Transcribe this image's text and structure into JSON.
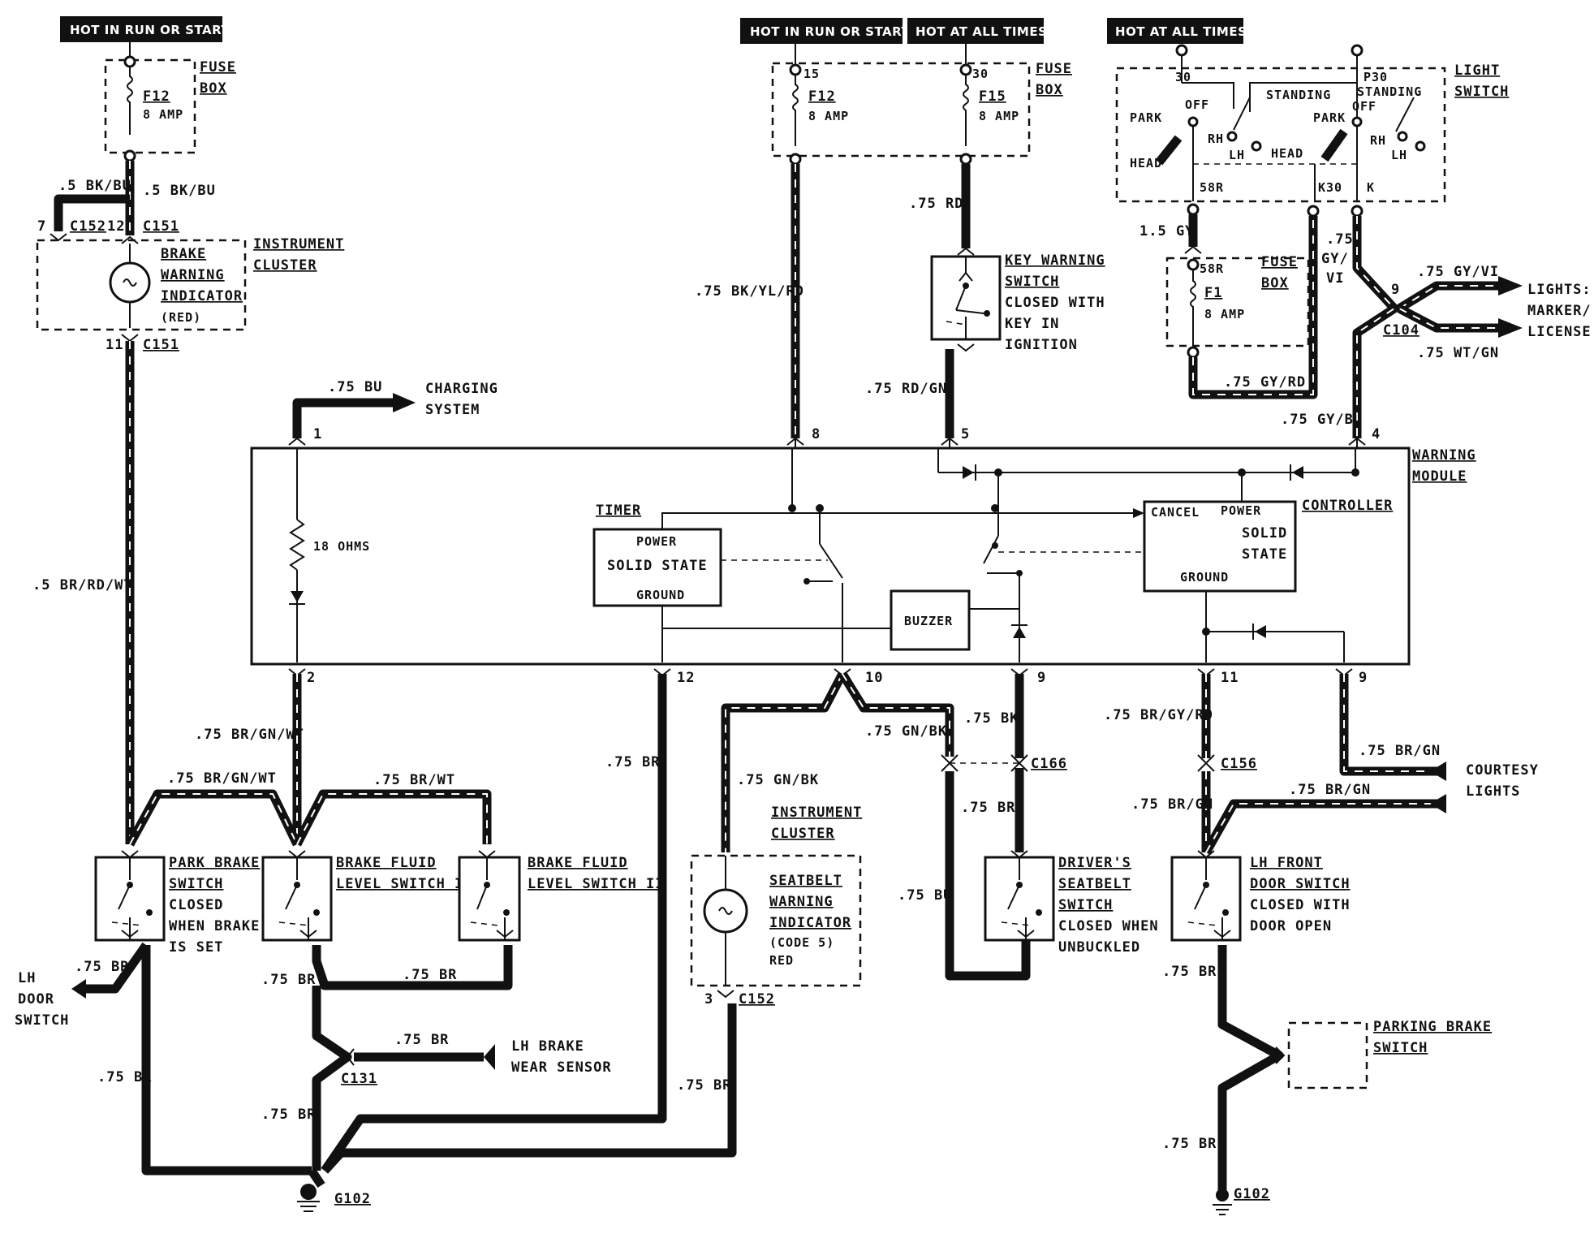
{
  "supply_labels": {
    "hot_run_start_left": "HOT IN RUN OR START",
    "hot_run_start_mid": "HOT IN RUN OR START",
    "hot_all_times_mid": "HOT AT ALL TIMES",
    "hot_all_times_right": "HOT AT ALL TIMES"
  },
  "fuse_box_left": {
    "title_1": "FUSE",
    "title_2": "BOX",
    "fuse": "F12",
    "rating": "8 AMP"
  },
  "fuse_box_mid": {
    "title_1": "FUSE",
    "title_2": "BOX",
    "term_a": "15",
    "term_b": "30",
    "fuse_a": "F12",
    "rating_a": "8 AMP",
    "fuse_b": "F15",
    "rating_b": "8 AMP"
  },
  "fuse_box_right": {
    "title_1": "FUSE",
    "title_2": "BOX",
    "term": "58R",
    "fuse": "F1",
    "rating": "8 AMP"
  },
  "light_switch": {
    "title_1": "LIGHT",
    "title_2": "SWITCH",
    "term_30": "30",
    "term_p30": "P30",
    "park_1": "PARK",
    "off_1": "OFF",
    "standing_1": "STANDING",
    "rh_1": "RH",
    "lh_1": "LH",
    "head_1": "HEAD",
    "park_2": "PARK",
    "off_2": "OFF",
    "standing_2": "STANDING",
    "rh_2": "RH",
    "lh_2": "LH",
    "head_2": "HEAD",
    "out_58r": "58R",
    "out_k30": "K30",
    "out_k": "K"
  },
  "instrument_cluster_top": {
    "title_1": "INSTRUMENT",
    "title_2": "CLUSTER",
    "ind_1": "BRAKE",
    "ind_2": "WARNING",
    "ind_3": "INDICATOR",
    "ind_4": "(RED)"
  },
  "instrument_cluster_bottom": {
    "title_1": "INSTRUMENT",
    "title_2": "CLUSTER",
    "ind_1": "SEATBELT",
    "ind_2": "WARNING",
    "ind_3": "INDICATOR",
    "ind_4": "(CODE 5)",
    "ind_5": "RED"
  },
  "warning_module": {
    "title_1": "WARNING",
    "title_2": "MODULE",
    "timer": "TIMER",
    "timer_power": "POWER",
    "timer_solid": "SOLID STATE",
    "timer_ground": "GROUND",
    "controller": "CONTROLLER",
    "ctrl_cancel": "CANCEL",
    "ctrl_power": "POWER",
    "ctrl_solid_1": "SOLID",
    "ctrl_solid_2": "STATE",
    "ctrl_ground": "GROUND",
    "buzzer": "BUZZER",
    "resistor": "18 OHMS",
    "pins": {
      "p1": "1",
      "p2": "2",
      "p4": "4",
      "p5": "5",
      "p8": "8",
      "p9a": "9",
      "p9b": "9",
      "p10": "10",
      "p11": "11",
      "p12": "12"
    }
  },
  "key_warning_switch": {
    "l1": "KEY WARNING",
    "l2": "SWITCH",
    "l3": "CLOSED WITH",
    "l4": "KEY IN",
    "l5": "IGNITION"
  },
  "park_brake_switch": {
    "l1": "PARK BRAKE",
    "l2": "SWITCH",
    "l3": "CLOSED",
    "l4": "WHEN BRAKE",
    "l5": "IS SET"
  },
  "brake_fluid_1": {
    "l1": "BRAKE FLUID",
    "l2": "LEVEL SWITCH I"
  },
  "brake_fluid_2": {
    "l1": "BRAKE FLUID",
    "l2": "LEVEL SWITCH II"
  },
  "drivers_seatbelt_switch": {
    "l1": "DRIVER'S",
    "l2": "SEATBELT",
    "l3": "SWITCH",
    "l4": "CLOSED WHEN",
    "l5": "UNBUCKLED"
  },
  "lh_front_door_switch": {
    "l1": "LH FRONT",
    "l2": "DOOR SWITCH",
    "l3": "CLOSED WITH",
    "l4": "DOOR OPEN"
  },
  "parking_brake_switch": {
    "l1": "PARKING BRAKE",
    "l2": "SWITCH"
  },
  "destinations": {
    "charging_1": "CHARGING",
    "charging_2": "SYSTEM",
    "lights_1": "LIGHTS:",
    "lights_2": "MARKER/",
    "lights_3": "LICENSE",
    "courtesy_1": "COURTESY",
    "courtesy_2": "LIGHTS",
    "lh_door_1": "LH",
    "lh_door_2": "DOOR",
    "lh_door_3": "SWITCH",
    "lh_brake_1": "LH BRAKE",
    "lh_brake_2": "WEAR SENSOR"
  },
  "connectors": {
    "c152_top": "C152",
    "c151_top": "C151",
    "c151_bot": "C151",
    "c131": "C131",
    "c152_bot": "C152",
    "c166": "C166",
    "c156": "C156",
    "c104": "C104",
    "g102_left": "G102",
    "g102_right": "G102",
    "pin_7": "7",
    "pin_12": "12",
    "pin_11": "11",
    "pin_3": "3",
    "pin_9": "9"
  },
  "wires": {
    "w_05bkbu_a": ".5 BK/BU",
    "w_05bkbu_b": ".5 BK/BU",
    "w_05brrdwt": ".5 BR/RD/WT",
    "w_075bu_top": ".75 BU",
    "w_075bkylrd": ".75 BK/YL/RD",
    "w_075rd": ".75 RD",
    "w_075rdgn": ".75 RD/GN",
    "w_15gy": "1.5 GY",
    "w_075gyvi_a": ".75",
    "w_075gyvi_b": "GY/",
    "w_075gyvi_c": "VI",
    "w_075gyrd": ".75 GY/RD",
    "w_075gybu": ".75 GY/BU",
    "w_075gyvi2": ".75 GY/VI",
    "w_075wtgn": ".75 WT/GN",
    "w_075brgnwt_a": ".75 BR/GN/WT",
    "w_075brgnwt_b": ".75 BR/GN/WT",
    "w_075brwt": ".75 BR/WT",
    "w_075br_1": ".75 BR",
    "w_075br_2": ".75 BR",
    "w_075br_3": ".75 BR",
    "w_075br_4": ".75 BR",
    "w_075br_5": ".75 BR",
    "w_075br_6": ".75 BR",
    "w_075br_7": ".75 BR",
    "w_075br_8": ".75 BR",
    "w_075br_9": ".75 BR",
    "w_075br_10": ".75 BR",
    "w_075br_11": ".75 BR",
    "w_075gnbk_a": ".75 GN/BK",
    "w_075gnbk_b": ".75 GN/BK",
    "w_075bk": ".75 BK",
    "w_075bu_bot": ".75 BU",
    "w_075brgyrd": ".75 BR/GY/RD",
    "w_075brgn_a": ".75 BR/GN",
    "w_075brgn_b": ".75 BR/GN",
    "w_075brgn_c": ".75 BR/GN"
  }
}
